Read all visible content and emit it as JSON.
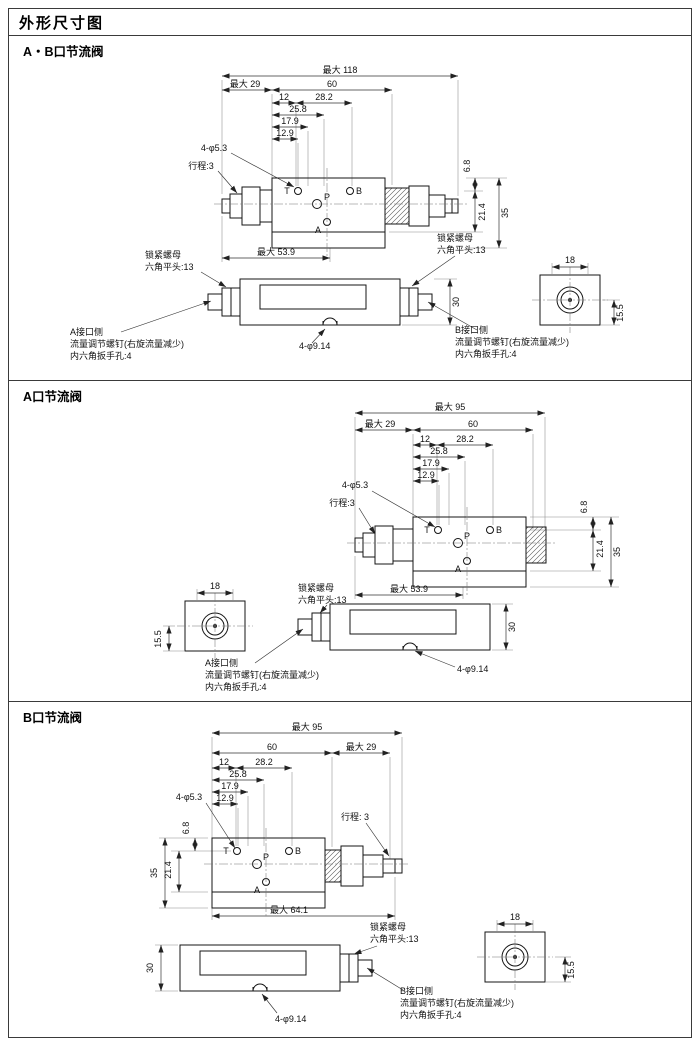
{
  "page": {
    "title": "外形尺寸图"
  },
  "shared": {
    "dims": {
      "d60": "60",
      "d12": "12",
      "d28_2": "28.2",
      "d25_8": "25.8",
      "d17_9": "17.9",
      "d12_9": "12.9",
      "d6_8": "6.8",
      "d35": "35",
      "d21_4": "21.4",
      "d18": "18",
      "d30": "30",
      "d15_5": "15.5",
      "max29": "最大 29",
      "hole_top": "4-φ5.3",
      "hole_bottom": "4-φ9.14"
    },
    "ports": {
      "t": "T",
      "p": "P",
      "b": "B",
      "a": "A"
    },
    "lock_nut": {
      "line1": "锁紧螺母",
      "line2": "六角平头:13"
    },
    "adjust": {
      "line2": "流量调节螺钉(右旋流量减少)",
      "line3": "内六角扳手孔:4"
    },
    "side_a": "A接口侧",
    "side_b": "B接口侧"
  },
  "sections": [
    {
      "label": "A・B口节流阀",
      "max_width": "最大 118",
      "max_bottom": "最大 53.9",
      "stroke": "行程:3"
    },
    {
      "label": "A口节流阀",
      "max_width": "最大 95",
      "max_bottom": "最大 53.9",
      "stroke": "行程:3"
    },
    {
      "label": "B口节流阀",
      "max_width": "最大 95",
      "max_bottom": "最大 64.1",
      "stroke": "行程: 3"
    }
  ]
}
